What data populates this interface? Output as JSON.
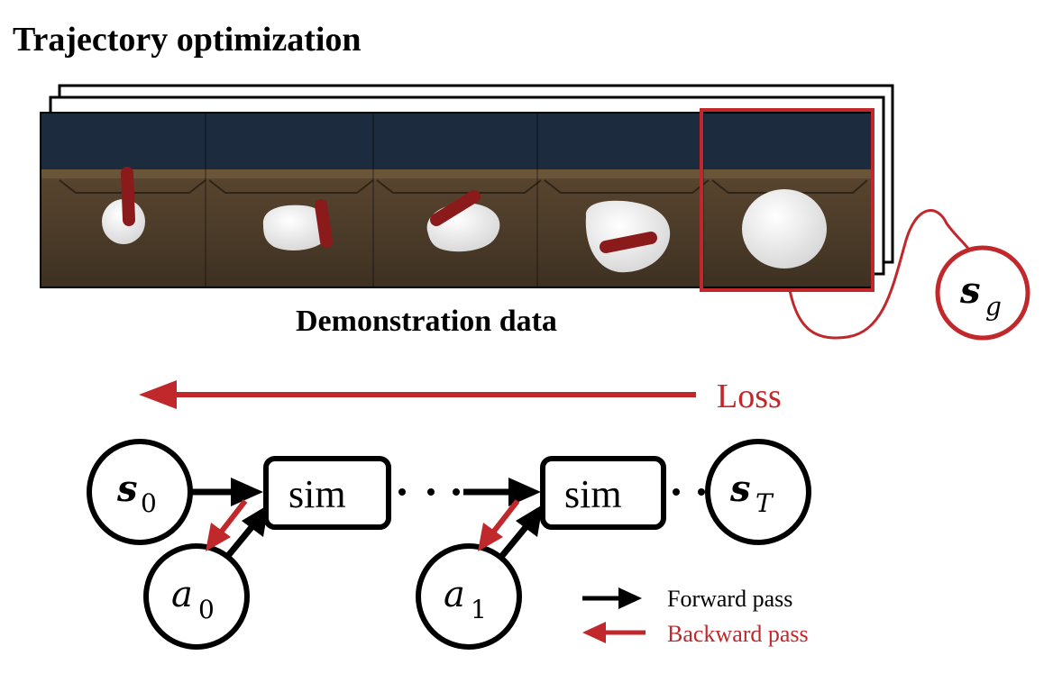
{
  "title": "Trajectory optimization",
  "caption": "Demonstration data",
  "loss_label": "Loss",
  "goal_node": {
    "symbol": "s",
    "subscript": "g"
  },
  "nodes": {
    "s0": {
      "symbol": "s",
      "subscript": "0"
    },
    "sT": {
      "symbol": "s",
      "subscript": "T"
    },
    "a0": {
      "symbol": "a",
      "subscript": "0"
    },
    "a1": {
      "symbol": "a",
      "subscript": "1"
    }
  },
  "sim_labels": [
    "sim",
    "sim"
  ],
  "legend": {
    "forward": "Forward pass",
    "backward": "Backward pass"
  },
  "colors": {
    "red": "#c0282b",
    "black": "#000000",
    "sky": "#1c2b3e",
    "table": "#4a3b2a",
    "dough": "#eeeeee",
    "roller": "#8b1a1a"
  }
}
